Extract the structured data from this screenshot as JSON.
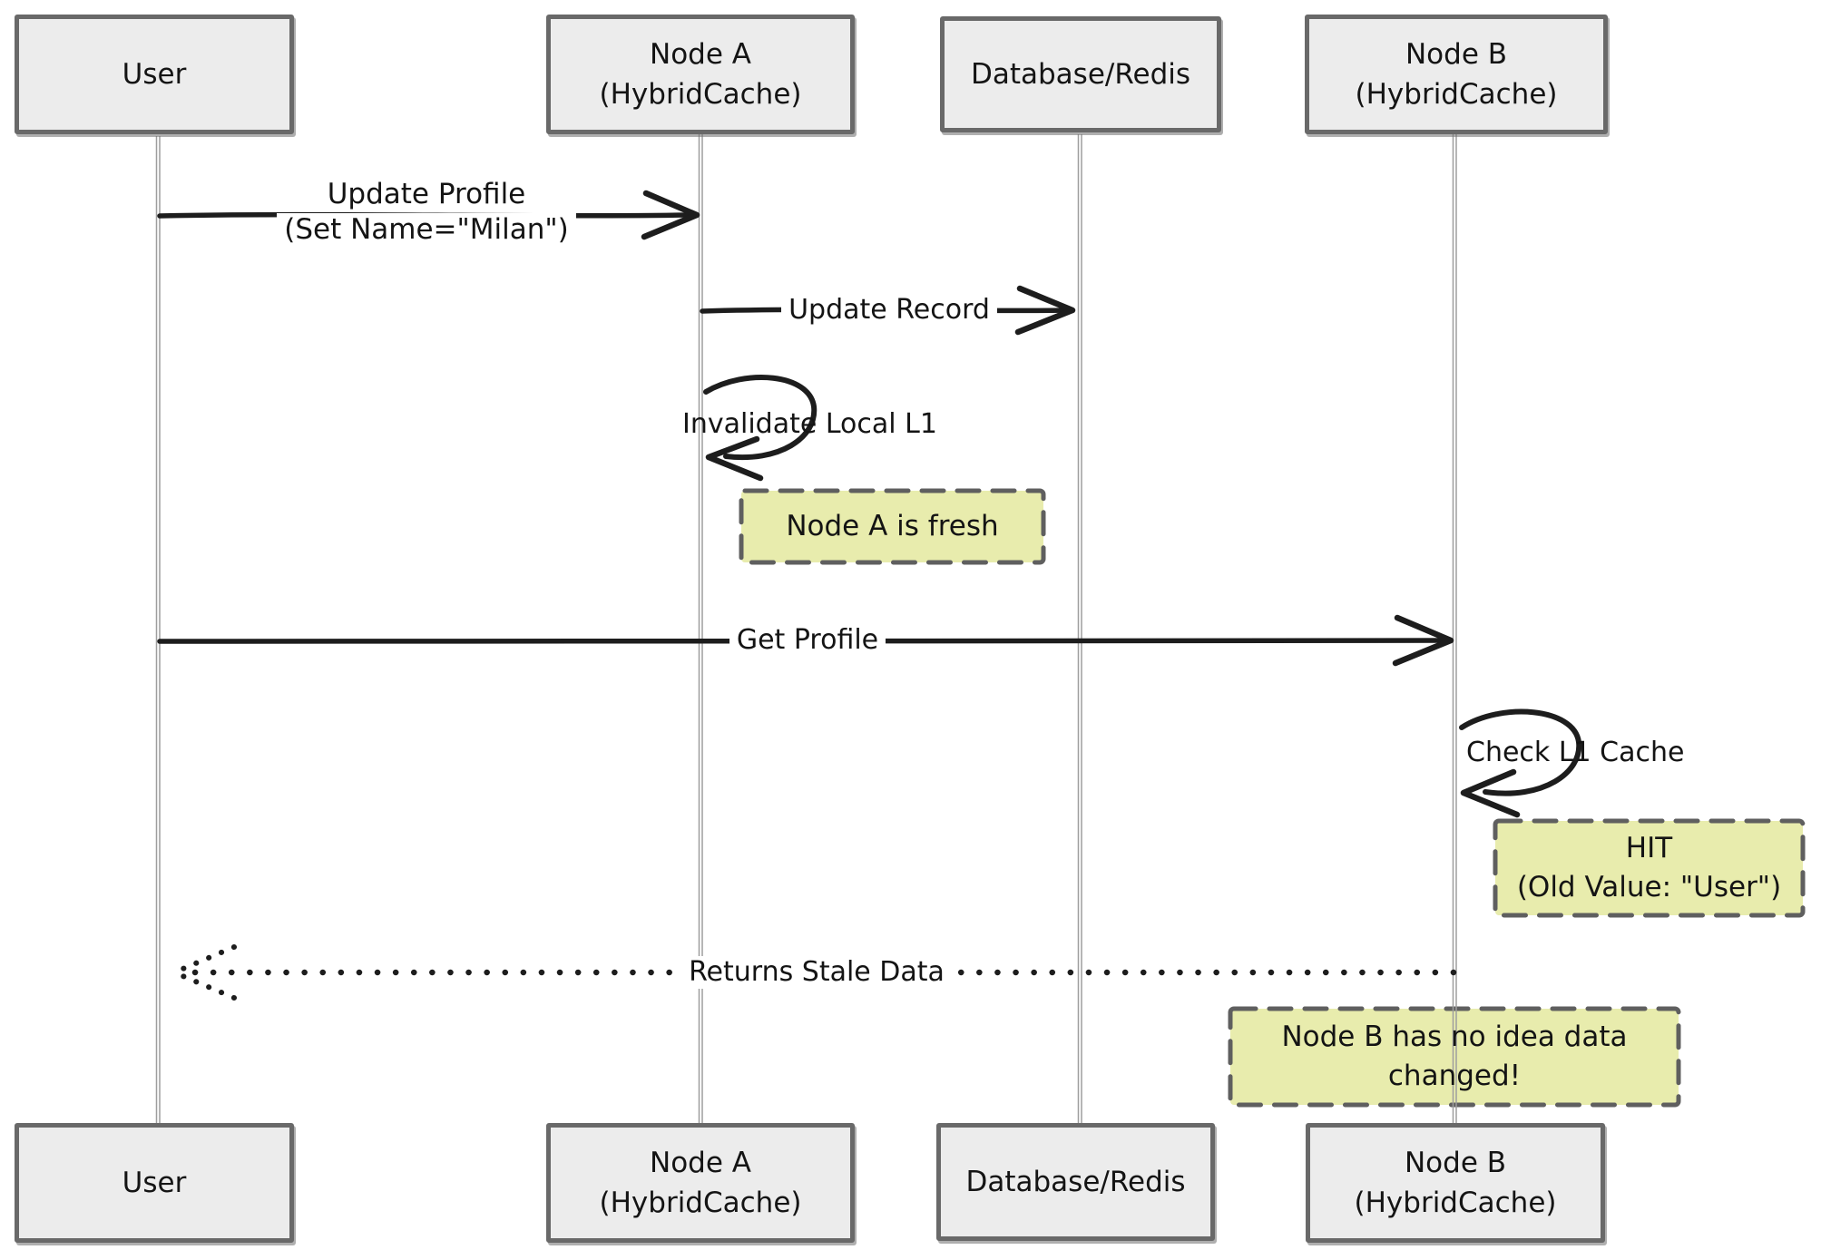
{
  "diagram": {
    "type": "sequence-diagram",
    "actors": [
      {
        "id": "user",
        "line1": "User",
        "line2": ""
      },
      {
        "id": "node-a",
        "line1": "Node A",
        "line2": "(HybridCache)"
      },
      {
        "id": "database-redis",
        "line1": "Database/Redis",
        "line2": ""
      },
      {
        "id": "node-b",
        "line1": "Node B",
        "line2": "(HybridCache)"
      }
    ],
    "messages": [
      {
        "from": "user",
        "to": "node-a",
        "style": "solid-arrow",
        "line1": "Update Profile",
        "line2": "(Set Name=\"Milan\")"
      },
      {
        "from": "node-a",
        "to": "database-redis",
        "style": "solid-arrow",
        "label": "Update Record"
      },
      {
        "type": "self-loop",
        "actor": "node-a",
        "label": "Invalidate Local L1"
      },
      {
        "from": "user",
        "to": "node-b",
        "style": "solid-arrow",
        "label": "Get Profile"
      },
      {
        "type": "self-loop",
        "actor": "node-b",
        "label": "Check L1 Cache"
      },
      {
        "from": "node-b",
        "to": "user",
        "style": "dotted-arrow",
        "label": "Returns Stale Data"
      }
    ],
    "notes": [
      {
        "anchor": "node-a",
        "line1": "Node A is fresh",
        "line2": ""
      },
      {
        "anchor": "node-b",
        "line1": "HIT",
        "line2": "(Old Value: \"User\")"
      },
      {
        "anchor": "node-b",
        "line1": "Node B has no idea data",
        "line2": "changed!"
      }
    ],
    "colors": {
      "background": "#ffffff",
      "actor_fill": "#ececec",
      "actor_border": "#696969",
      "lifeline": "#9e9e9e",
      "arrow": "#1d1d1d",
      "note_fill": "#e8ecad",
      "note_border": "#5f5f5f",
      "text": "#141414"
    }
  }
}
